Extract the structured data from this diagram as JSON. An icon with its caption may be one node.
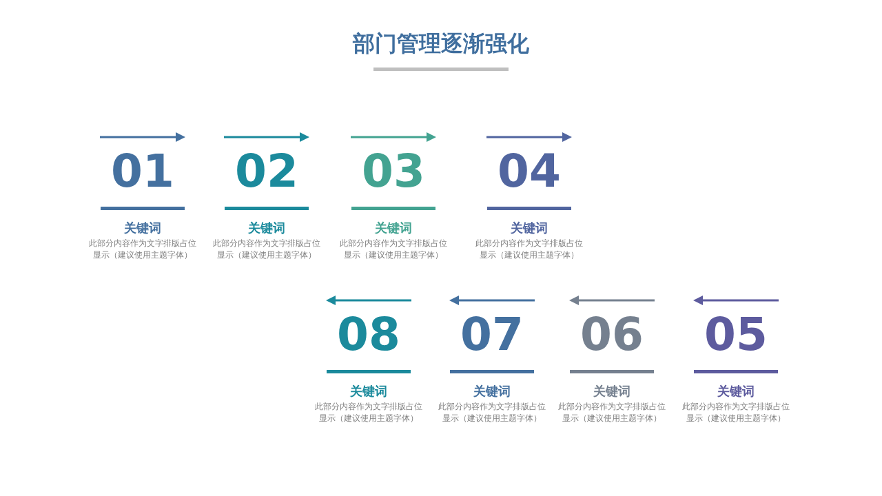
{
  "diagram": {
    "title": "部门管理逐渐强化",
    "labels": [
      "01",
      "关键词",
      "此部分内容作为文字排版占位显示（建议使用主题字体）",
      "02",
      "关键词",
      "此部分内容作为文字排版占位显示（建议使用主题字体）",
      "03",
      "关键词",
      "此部分内容作为文字排版占位显示（建议使用主题字体）",
      "04",
      "关键词",
      "此部分内容作为文字排版占位显示（建议使用主题字体）",
      "08",
      "关键词",
      "此部分内容作为文字排版占位显示（建议使用主题字体）",
      "07",
      "关键词",
      "此部分内容作为文字排版占位显示（建议使用主题字体）",
      "06",
      "关键词",
      "此部分内容作为文字排版占位显示（建议使用主题字体）",
      "05",
      "关键词",
      "此部分内容作为文字排版占位显示（建议使用主题字体）"
    ]
  }
}
